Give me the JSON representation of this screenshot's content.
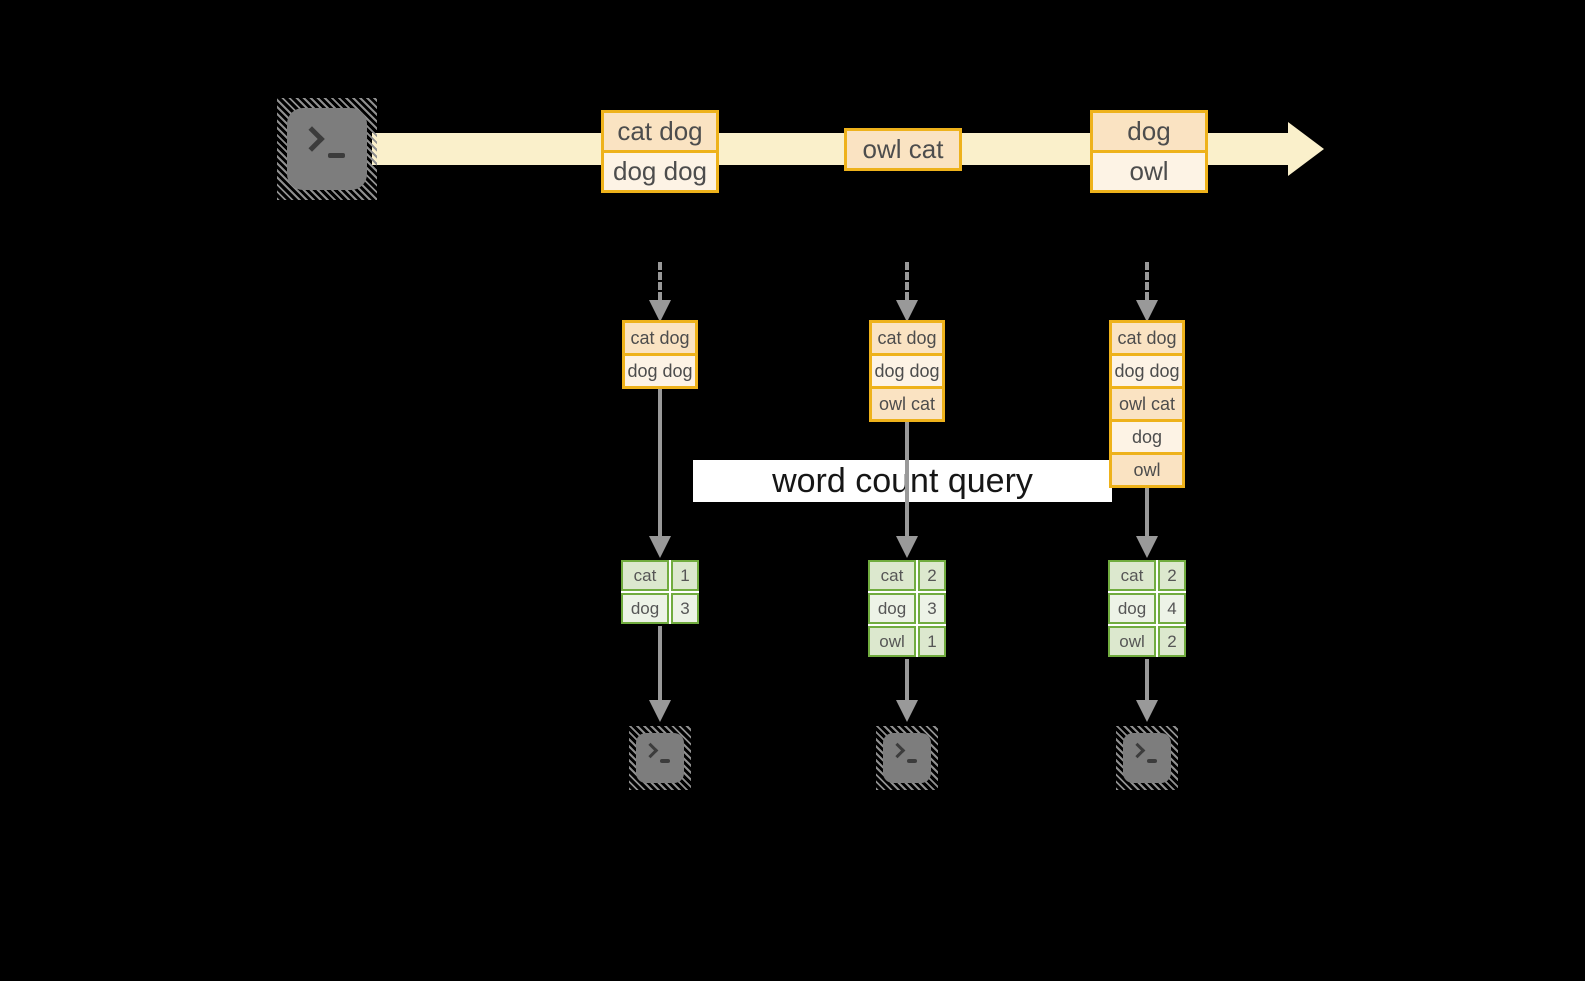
{
  "banner": {
    "label": "word count query"
  },
  "stream": {
    "events": [
      {
        "rows": [
          "cat dog",
          "dog dog"
        ]
      },
      {
        "rows": [
          "owl cat"
        ]
      },
      {
        "rows": [
          "dog",
          "owl"
        ]
      }
    ]
  },
  "columns": [
    {
      "state": [
        "cat dog",
        "dog dog"
      ],
      "counts": [
        [
          "cat",
          "1"
        ],
        [
          "dog",
          "3"
        ]
      ]
    },
    {
      "state": [
        "cat dog",
        "dog dog",
        "owl cat"
      ],
      "counts": [
        [
          "cat",
          "2"
        ],
        [
          "dog",
          "3"
        ],
        [
          "owl",
          "1"
        ]
      ]
    },
    {
      "state": [
        "cat dog",
        "dog dog",
        "owl cat",
        "dog",
        "owl"
      ],
      "counts": [
        [
          "cat",
          "2"
        ],
        [
          "dog",
          "4"
        ],
        [
          "owl",
          "2"
        ]
      ]
    }
  ],
  "colors": {
    "background": "#000000",
    "stream_arrow": "#faf0cb",
    "event_border": "#eeb21b",
    "event_fill_dark": "#fae3c2",
    "event_fill_light": "#fdf3e5",
    "table_border": "#71ac3f",
    "table_fill_dark": "#dce8ce",
    "table_fill_light": "#edf3e7",
    "connector_gray": "#999999",
    "terminal_gray": "#7d7d7d",
    "banner_bg": "#ffffff"
  }
}
